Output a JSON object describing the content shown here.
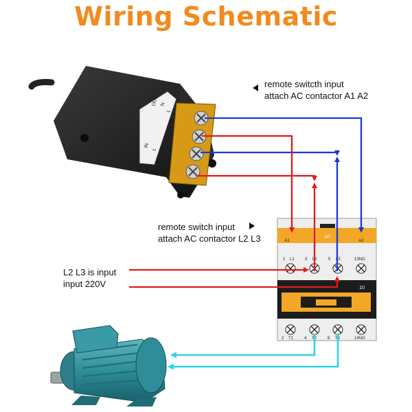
{
  "title": "Wiring Schematic",
  "notes": {
    "remote_input_a": [
      "remote switcth input",
      "attach AC contactor A1 A2"
    ],
    "remote_input_l": [
      "remote switch input",
      "attach AC contactor L2 L3"
    ],
    "power_input": [
      "L2 L3 is input",
      "input 220V"
    ]
  },
  "receiver_labels": {
    "out": "OUT",
    "in": "IN",
    "L1": "L",
    "N1": "N",
    "L2": "L",
    "N2": "N"
  },
  "contactor": {
    "model": "M7",
    "aux_block": "10",
    "top_row": [
      "A1",
      "L1",
      "L2",
      "L3",
      "A2"
    ],
    "top_numbers": [
      "1",
      "3",
      "5",
      "13NO"
    ],
    "bottom_row": [
      "T1",
      "T2",
      "T3",
      "14NO"
    ],
    "bottom_numbers": [
      "2",
      "4",
      "6"
    ]
  },
  "colors": {
    "title": "#f28a1e",
    "red_wire": "#e11a1a",
    "blue_wire": "#1838d8",
    "cyan_wire": "#2fd3e6",
    "contactor_yellow": "#f2a826"
  }
}
